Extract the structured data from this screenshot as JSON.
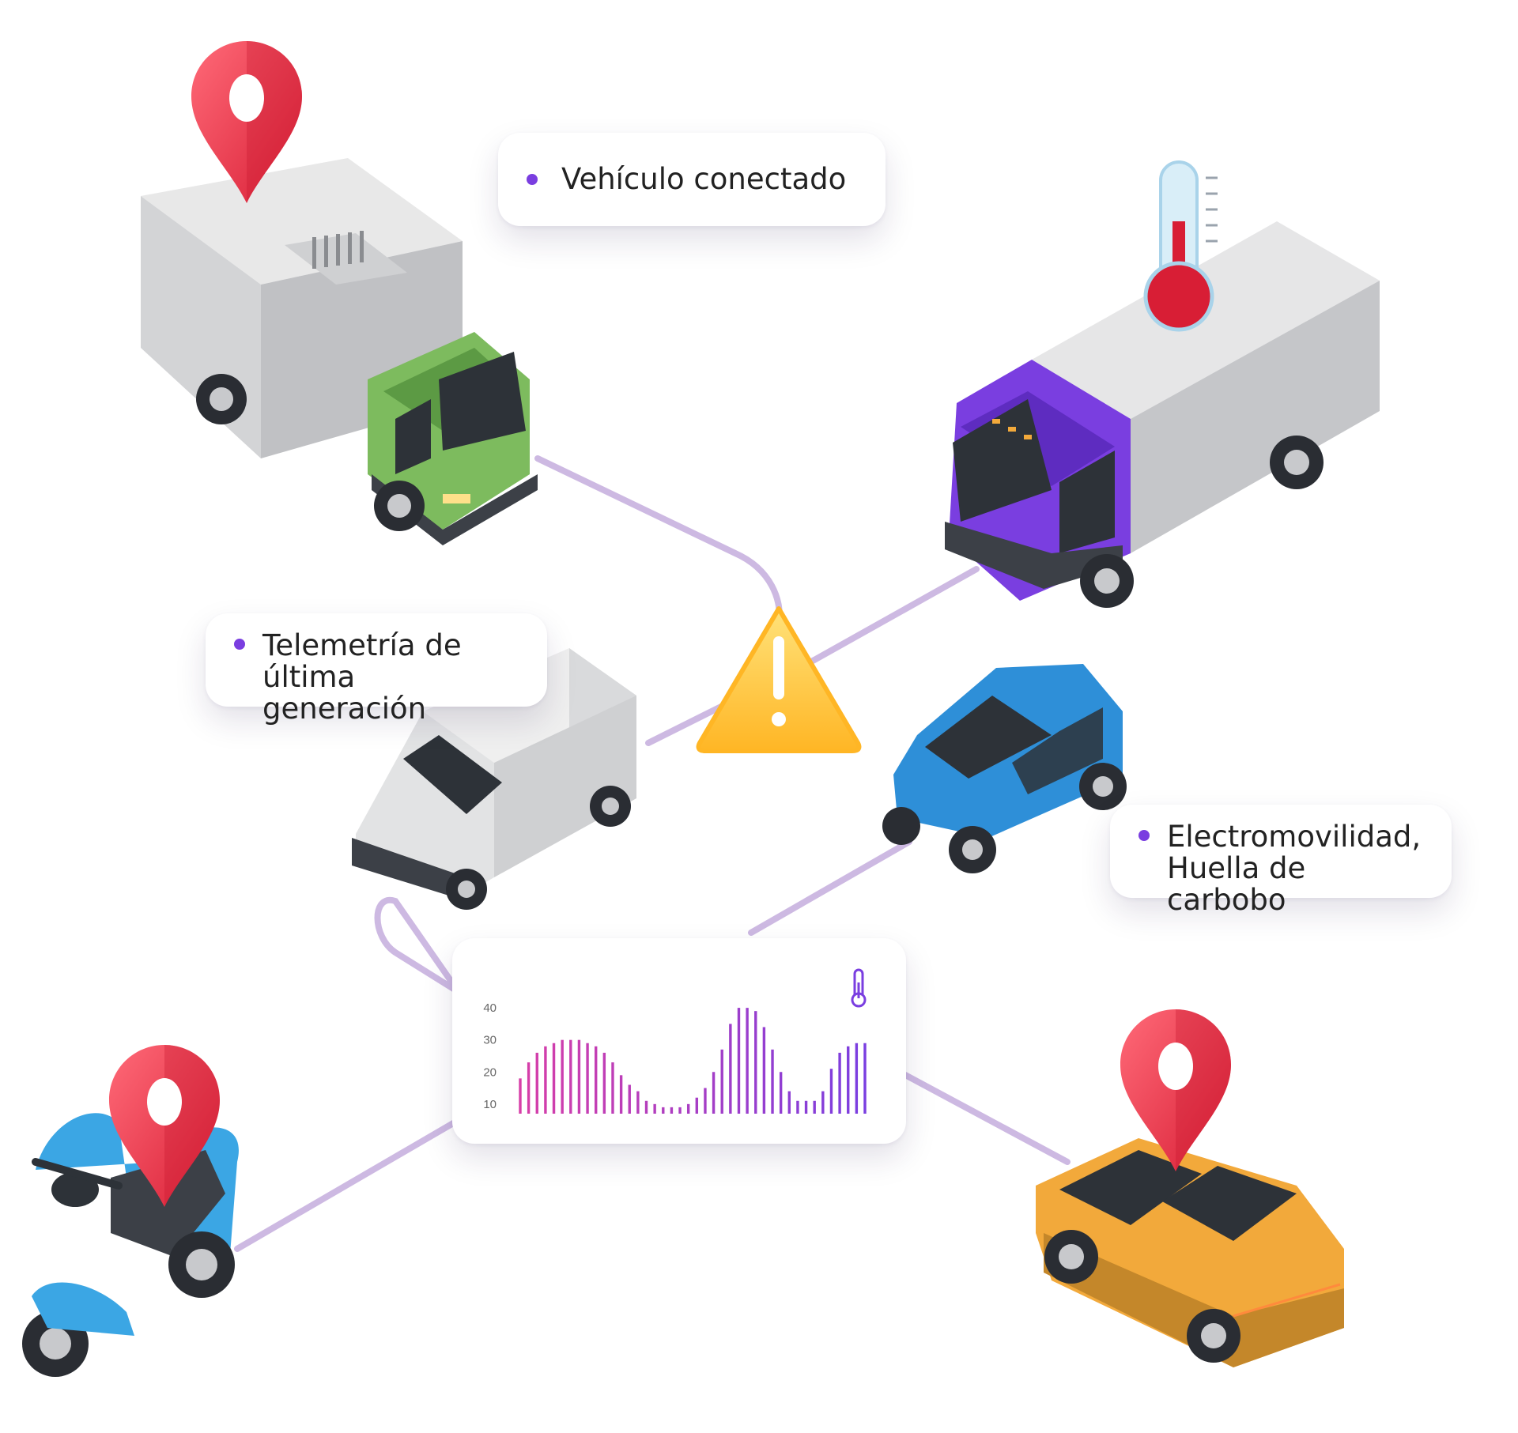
{
  "labels": {
    "connected": "Vehículo conectado",
    "telemetry": "Telemetría de\núltima generación",
    "electro": "Electromovilidad,\nHuella de carbobo"
  },
  "colors": {
    "route": "#c8b4e0",
    "accent": "#7a3ee0",
    "pin": "#ef3b4f",
    "warning": "#ffc83a",
    "truck_cab": "#7dbb5e",
    "van_cab": "#7a3ee0",
    "smart_car": "#2e8fd8",
    "cybertruck": "#f2a93b",
    "scooter": "#3ba6e4"
  },
  "icons": [
    "location-pin-icon",
    "warning-icon",
    "thermometer-icon"
  ],
  "chart_data": {
    "type": "bar",
    "yticks": [
      "40",
      "30",
      "20",
      "10"
    ],
    "ylim": [
      7,
      42
    ],
    "values": [
      18,
      23,
      26,
      28,
      29,
      30,
      30,
      30,
      29,
      28,
      26,
      23,
      19,
      16,
      14,
      11,
      10,
      9,
      9,
      9,
      10,
      12,
      15,
      20,
      27,
      35,
      40,
      40,
      39,
      34,
      27,
      20,
      14,
      11,
      11,
      11,
      14,
      21,
      26,
      28,
      29,
      29
    ],
    "gradient": [
      "#d73ea8",
      "#7a3ee0"
    ]
  }
}
